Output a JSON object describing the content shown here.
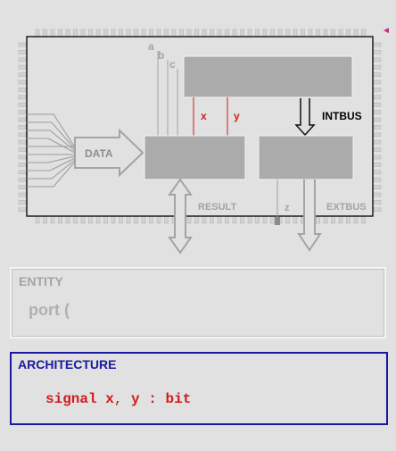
{
  "diagram": {
    "signals": {
      "a": "a",
      "b": "b",
      "c": "c",
      "x": "x",
      "y": "y",
      "z": "z"
    },
    "labels": {
      "data": "DATA",
      "intbus": "INTBUS",
      "result": "RESULT",
      "extbus": "EXTBUS"
    },
    "corner_marker": "◄"
  },
  "entity": {
    "title": "ENTITY",
    "code": "port ("
  },
  "architecture": {
    "title": "ARCHITECTURE",
    "code": {
      "kw": "signal",
      "x": "x",
      "comma": ",",
      "y": "y",
      "colon": ":",
      "type": "bit"
    }
  },
  "colors": {
    "background": "#e1e1e1",
    "block": "#ababab",
    "chip_border": "#1e1e1e",
    "signal_red": "#d21c1c",
    "architecture_blue": "#1a1aa0",
    "muted_text": "#a4a4a4"
  }
}
